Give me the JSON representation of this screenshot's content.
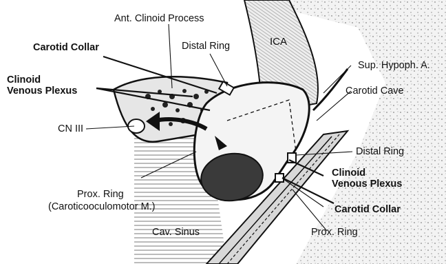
{
  "labels": {
    "ant_clinoid_process": "Ant. Clinoid Process",
    "carotid_collar_left": "Carotid Collar",
    "distal_ring_top": "Distal Ring",
    "ica": "ICA",
    "sup_hypoph_a": "Sup. Hypoph. A.",
    "clinoid_venous_plexus_left_1": "Clinoid",
    "clinoid_venous_plexus_left_2": "Venous Plexus",
    "carotid_cave": "Carotid Cave",
    "cn_iii": "CN III",
    "distal_ring_right": "Distal Ring",
    "clinoid_venous_plexus_right_1": "Clinoid",
    "clinoid_venous_plexus_right_2": "Venous Plexus",
    "prox_ring_left_1": "Prox. Ring",
    "prox_ring_left_2": "(Caroticooculomotor M.)",
    "carotid_collar_right": "Carotid Collar",
    "cav_sinus": "Cav. Sinus",
    "prox_ring_right": "Prox. Ring"
  }
}
